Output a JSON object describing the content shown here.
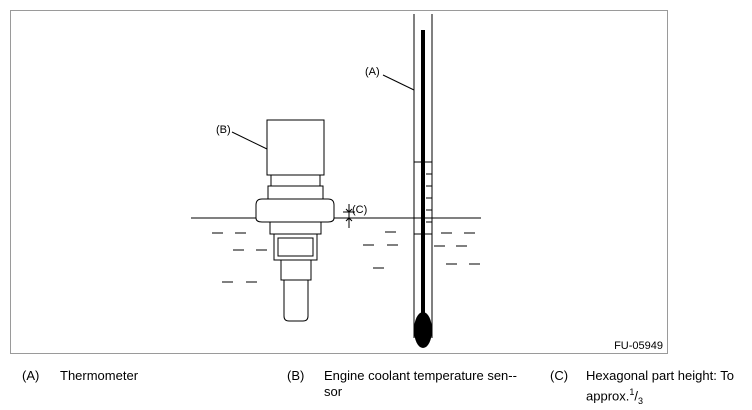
{
  "figure": {
    "id_label": "FU-05949",
    "callouts": {
      "a": "(A)",
      "b": "(B)",
      "c": "(C)"
    }
  },
  "legend": [
    {
      "code": "(A)",
      "text": "Thermometer"
    },
    {
      "code": "(B)",
      "text": "Engine coolant temperature sen-­sor"
    },
    {
      "code": "(C)",
      "text_main": "Hexagonal part height: To approx.",
      "fraction_num": "1",
      "fraction_sep": "/",
      "fraction_den": "3"
    }
  ]
}
